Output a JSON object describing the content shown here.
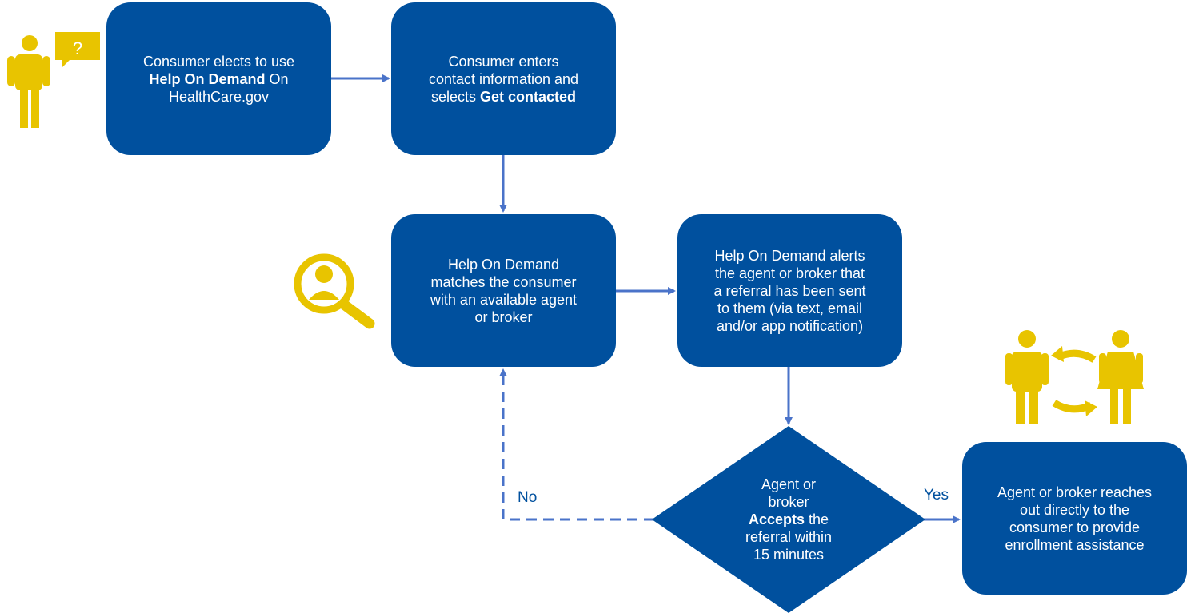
{
  "colors": {
    "box": "#00509e",
    "arrow": "#4a73c9",
    "icon": "#e8c400"
  },
  "nodes": {
    "consumer_elects": {
      "line1": "Consumer elects to use",
      "line2_bold": "Help On Demand",
      "line2_rest": " On",
      "line3": "HealthCare.gov"
    },
    "consumer_enters": {
      "line1": "Consumer enters",
      "line2": "contact information and",
      "line3_pre": "selects ",
      "line3_bold": "Get contacted"
    },
    "matches": {
      "line1": "Help On Demand",
      "line2": "matches the consumer",
      "line3": "with an available agent",
      "line4": "or broker"
    },
    "alerts": {
      "line1": "Help On Demand alerts",
      "line2": "the agent or broker that",
      "line3": "a referral has been sent",
      "line4": "to them (via text, email",
      "line5": "and/or app notification)"
    },
    "decision": {
      "line1": "Agent or",
      "line2": "broker",
      "line3_bold": "Accepts",
      "line3_rest": " the",
      "line4": "referral within",
      "line5": "15 minutes"
    },
    "reaches_out": {
      "line1": "Agent or broker reaches",
      "line2": "out directly to the",
      "line3": "consumer to provide",
      "line4": "enrollment assistance"
    }
  },
  "edge_labels": {
    "no": "No",
    "yes": "Yes"
  },
  "icons": {
    "consumer_question": "person-question-icon",
    "search_person": "magnifier-person-icon",
    "exchange": "people-exchange-icon"
  }
}
